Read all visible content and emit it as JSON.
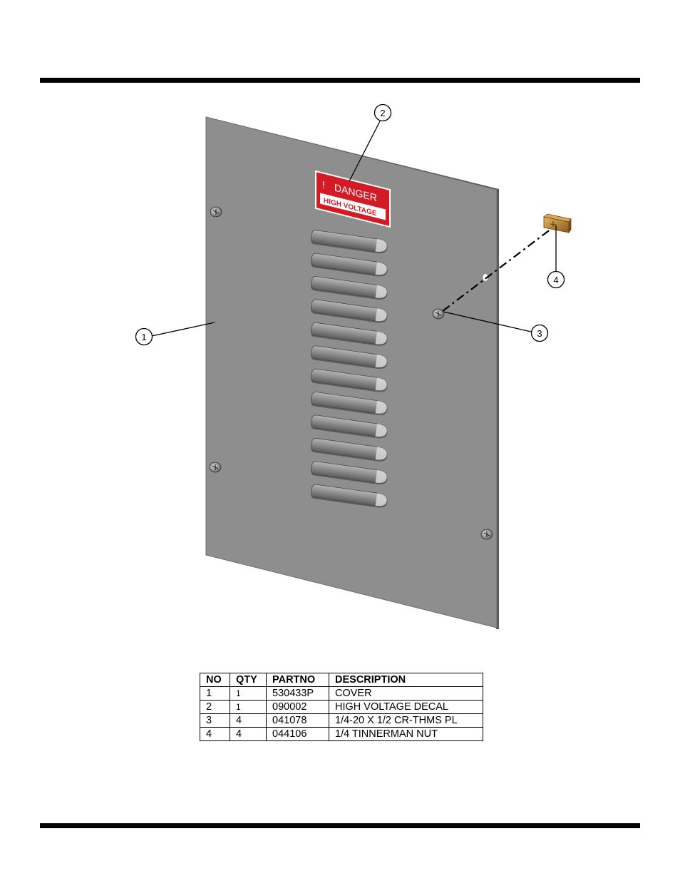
{
  "diagram": {
    "callouts": [
      "1",
      "2",
      "3",
      "4"
    ],
    "decal": {
      "symbol": "!",
      "title": "DANGER",
      "subtitle": "HIGH VOLTAGE"
    },
    "colors": {
      "panel": "#8c8c8c",
      "decal": "#d31b25",
      "nut": "#c28a38"
    }
  },
  "parts_table": {
    "headers": [
      "NO",
      "QTY",
      "PARTNO",
      "DESCRIPTION"
    ],
    "rows": [
      [
        "1",
        "1",
        "530433P",
        "COVER"
      ],
      [
        "2",
        "1",
        "090002",
        "HIGH VOLTAGE DECAL"
      ],
      [
        "3",
        "4",
        "041078",
        "1/4-20 X 1/2 CR-THMS PL"
      ],
      [
        "4",
        "4",
        "044106",
        "1/4 TINNERMAN NUT"
      ]
    ]
  }
}
